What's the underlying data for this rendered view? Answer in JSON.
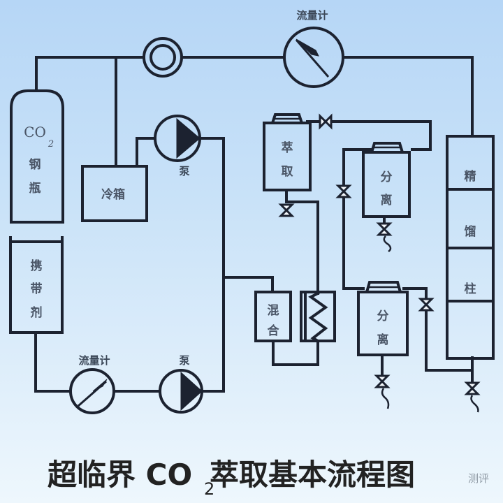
{
  "diagram": {
    "title_prefix": "超临界 CO",
    "title_subscript": "2",
    "title_suffix": " 萃取基本流程图",
    "watermark": "测评",
    "labels": {
      "flowmeter_top": "流量计",
      "flowmeter_bottom": "流量计",
      "pump_top": "泵",
      "pump_bottom": "泵",
      "co2_text": "CO",
      "co2_sub": "2",
      "cylinder_line1": "钢",
      "cylinder_line2": "瓶",
      "cooler": "冷箱",
      "entrainer_line1": "携",
      "entrainer_line2": "带",
      "entrainer_line3": "剂",
      "extractor_line1": "萃",
      "extractor_line2": "取",
      "separator1_line1": "分",
      "separator1_line2": "离",
      "separator2_line1": "分",
      "separator2_line2": "离",
      "mixer_line1": "混",
      "mixer_line2": "合",
      "column_section1": "精",
      "column_section2": "馏",
      "column_section3": "柱"
    },
    "components": [
      "CO2 cylinder",
      "entrainer tank",
      "cooler",
      "pump (top)",
      "pump (bottom)",
      "flowmeter (top)",
      "flowmeter (bottom)",
      "pressure gauge",
      "extractor",
      "separator 1",
      "separator 2",
      "mixer",
      "heat exchanger",
      "rectification column"
    ],
    "colors": {
      "line": "#1c2230",
      "background_top": "#b6d6f6",
      "background_bottom": "#eef7fd"
    }
  }
}
